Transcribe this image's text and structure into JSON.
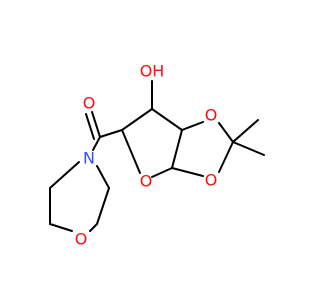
{
  "molecule": {
    "labels": {
      "hydroxyl": "OH",
      "carbonyl_oxygen": "O",
      "ring_oxygen_furanose": "O",
      "ring_oxygen_dioxolane_top": "O",
      "ring_oxygen_dioxolane_bottom": "O",
      "morpholine_nitrogen": "N",
      "morpholine_oxygen": "O"
    },
    "colors": {
      "bond": "#000000",
      "oxygen": "#ff0d0d",
      "nitrogen": "#3050f8",
      "background": "#ffffff"
    }
  }
}
